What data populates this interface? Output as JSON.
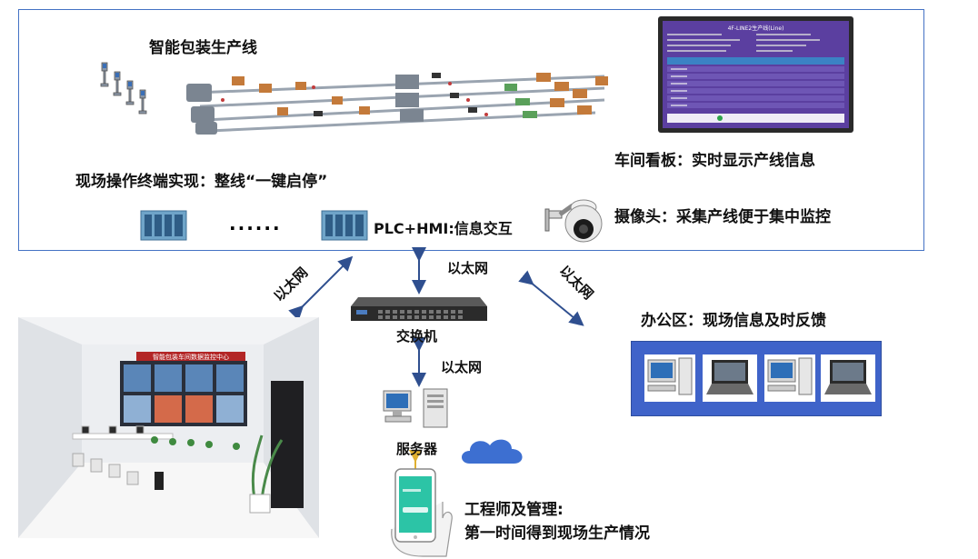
{
  "top": {
    "line_title": "智能包装生产线",
    "terminal_label": "现场操作终端实现：整线“一键启停”",
    "dots": "......",
    "plc_label": "PLC+HMI:信息交互",
    "board_label": "车间看板：实时显示产线信息",
    "camera_label": "摄像头：采集产线便于集中监控"
  },
  "links": {
    "eth_left": "以太网",
    "eth_center": "以太网",
    "eth_right": "以太网",
    "eth_lower": "以太网"
  },
  "switch_label": "交换机",
  "server_label": "服务器",
  "office_label": "办公区：现场信息及时反馈",
  "engineer": {
    "line1": "工程师及管理:",
    "line2": "第一时间得到现场生产情况"
  },
  "control_room_banner": "智能包装车间数据监控中心",
  "board": {
    "title": "4F-LINE2生产线(Line)",
    "row_count_note": "",
    "accent": "#5b3fa0"
  },
  "colors": {
    "frame": "#4472c4",
    "office_bg": "#3f63c9",
    "arrow": "#2f4f8f",
    "cloud": "#3d6fd1"
  }
}
